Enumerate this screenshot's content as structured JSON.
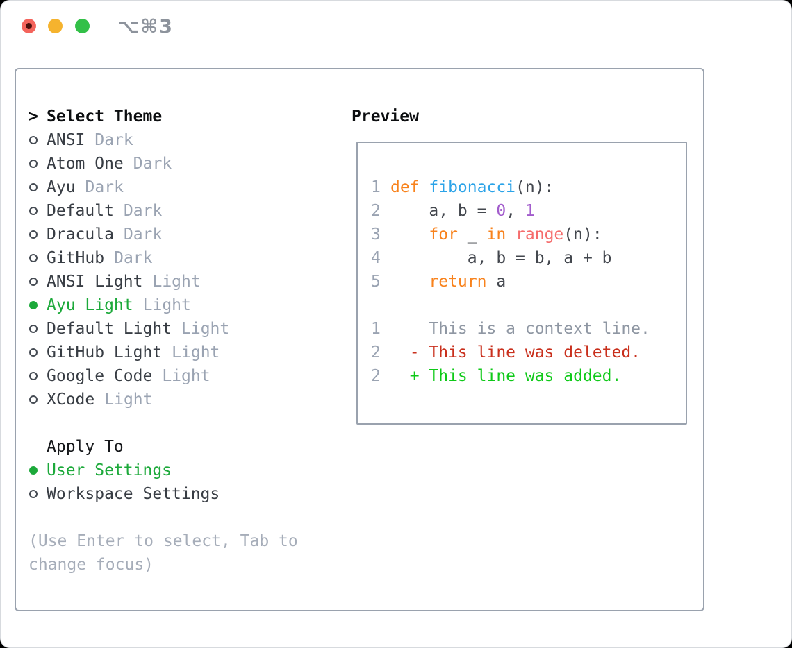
{
  "window": {
    "title": "⌥⌘3",
    "traffic_colors": {
      "close": "#f4645c",
      "minimize": "#f5b32e",
      "zoom": "#33c048"
    }
  },
  "theme_panel": {
    "header": {
      "prompt": ">",
      "label": "Select Theme"
    },
    "themes": [
      {
        "name": "ANSI",
        "variant": "Dark",
        "selected": false
      },
      {
        "name": "Atom One",
        "variant": "Dark",
        "selected": false
      },
      {
        "name": "Ayu",
        "variant": "Dark",
        "selected": false
      },
      {
        "name": "Default",
        "variant": "Dark",
        "selected": false
      },
      {
        "name": "Dracula",
        "variant": "Dark",
        "selected": false
      },
      {
        "name": "GitHub",
        "variant": "Dark",
        "selected": false
      },
      {
        "name": "ANSI Light",
        "variant": "Light",
        "selected": false
      },
      {
        "name": "Ayu Light",
        "variant": "Light",
        "selected": true
      },
      {
        "name": "Default Light",
        "variant": "Light",
        "selected": false
      },
      {
        "name": "GitHub Light",
        "variant": "Light",
        "selected": false
      },
      {
        "name": "Google Code",
        "variant": "Light",
        "selected": false
      },
      {
        "name": "XCode",
        "variant": "Light",
        "selected": false
      }
    ],
    "apply_to": {
      "label": "Apply To",
      "options": [
        {
          "name": "User Settings",
          "selected": true
        },
        {
          "name": "Workspace Settings",
          "selected": false
        }
      ]
    },
    "hint_lines": [
      "(Use Enter to select, Tab to",
      "change focus)"
    ]
  },
  "preview": {
    "header": "Preview",
    "code_lines": [
      {
        "num": "1",
        "segments": [
          {
            "t": "def ",
            "c": "keyword"
          },
          {
            "t": "fibonacci",
            "c": "function"
          },
          {
            "t": "(n):",
            "c": "plain"
          }
        ]
      },
      {
        "num": "2",
        "segments": [
          {
            "t": "    a, b = ",
            "c": "plain"
          },
          {
            "t": "0",
            "c": "number"
          },
          {
            "t": ", ",
            "c": "plain"
          },
          {
            "t": "1",
            "c": "number"
          }
        ]
      },
      {
        "num": "3",
        "segments": [
          {
            "t": "    ",
            "c": "plain"
          },
          {
            "t": "for ",
            "c": "keyword"
          },
          {
            "t": "_ ",
            "c": "plain"
          },
          {
            "t": "in ",
            "c": "keyword"
          },
          {
            "t": "range",
            "c": "special"
          },
          {
            "t": "(n):",
            "c": "plain"
          }
        ]
      },
      {
        "num": "4",
        "segments": [
          {
            "t": "        a, b = b, a + b",
            "c": "plain"
          }
        ]
      },
      {
        "num": "5",
        "segments": [
          {
            "t": "    ",
            "c": "plain"
          },
          {
            "t": "return ",
            "c": "keyword"
          },
          {
            "t": "a",
            "c": "plain"
          }
        ]
      },
      {
        "num": "",
        "segments": []
      },
      {
        "num": "1",
        "segments": [
          {
            "t": "    This is a context line.",
            "c": "context"
          }
        ]
      },
      {
        "num": "2",
        "segments": [
          {
            "t": "  - This line was deleted.",
            "c": "deleted"
          }
        ]
      },
      {
        "num": "2",
        "segments": [
          {
            "t": "  + This line was added.",
            "c": "added"
          }
        ]
      }
    ]
  },
  "colors": {
    "selection_green": "#1ca93a",
    "keyword_orange": "#f8821c",
    "function_blue": "#2ba3e8",
    "number_purple": "#a25ccc",
    "special_coral": "#f56d6d",
    "diff_deleted_red": "#c9301d",
    "diff_added_green": "#0ec918",
    "muted_gray": "#9aa3b2",
    "border_gray": "#9aa2ae"
  }
}
